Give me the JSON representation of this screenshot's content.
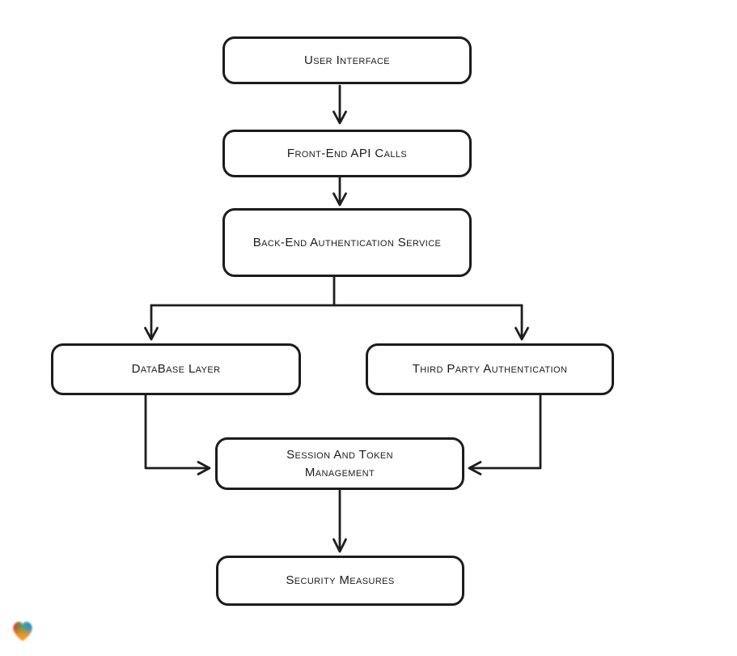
{
  "diagram": {
    "type": "flowchart",
    "title": "",
    "colors": {
      "stroke": "#1e1e1e",
      "node_fill": "#ffffff",
      "background": "#ffffff"
    },
    "nodes": [
      {
        "id": "user-interface",
        "label": "User Interface"
      },
      {
        "id": "front-end-api-calls",
        "label": "Front-End API Calls"
      },
      {
        "id": "back-end-authentication-service",
        "label": "Back-End Authentication Service"
      },
      {
        "id": "database-layer",
        "label": "DataBase Layer"
      },
      {
        "id": "third-party-authentication",
        "label": "Third Party Authentication"
      },
      {
        "id": "session-and-token-management",
        "label": "Session And Token Management"
      },
      {
        "id": "security-measures",
        "label": "Security Measures"
      }
    ],
    "edges": [
      {
        "from": "user-interface",
        "to": "front-end-api-calls"
      },
      {
        "from": "front-end-api-calls",
        "to": "back-end-authentication-service"
      },
      {
        "from": "back-end-authentication-service",
        "to": "database-layer"
      },
      {
        "from": "back-end-authentication-service",
        "to": "third-party-authentication"
      },
      {
        "from": "database-layer",
        "to": "session-and-token-management"
      },
      {
        "from": "third-party-authentication",
        "to": "session-and-token-management"
      },
      {
        "from": "session-and-token-management",
        "to": "security-measures"
      }
    ],
    "logo": {
      "name": "gradient-heart",
      "colors": {
        "red": "#e8302a",
        "green": "#57a65f",
        "blue": "#2b94cf",
        "orange": "#f7941d"
      }
    }
  }
}
